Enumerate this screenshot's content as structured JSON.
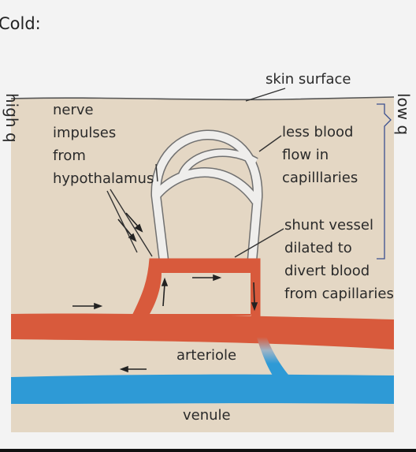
{
  "header": {
    "title": "Cold:"
  },
  "side_labels": {
    "left": "high q",
    "right": "low q"
  },
  "labels": {
    "skin_surface": "skin surface",
    "nerve": [
      "nerve",
      "impulses",
      "from",
      "hypothalamus"
    ],
    "less_blood": [
      "less blood",
      "flow in",
      "capilllaries"
    ],
    "shunt": [
      "shunt vessel",
      "dilated to",
      "divert blood",
      "from capillaries"
    ],
    "arteriole": "arteriole",
    "venule": "venule"
  },
  "colors": {
    "skin": "#e4d7c4",
    "arteriole": "#d85a3c",
    "venule": "#2e9ad6",
    "capillary": "#efeeec",
    "bracket": "#3a4f8f"
  }
}
